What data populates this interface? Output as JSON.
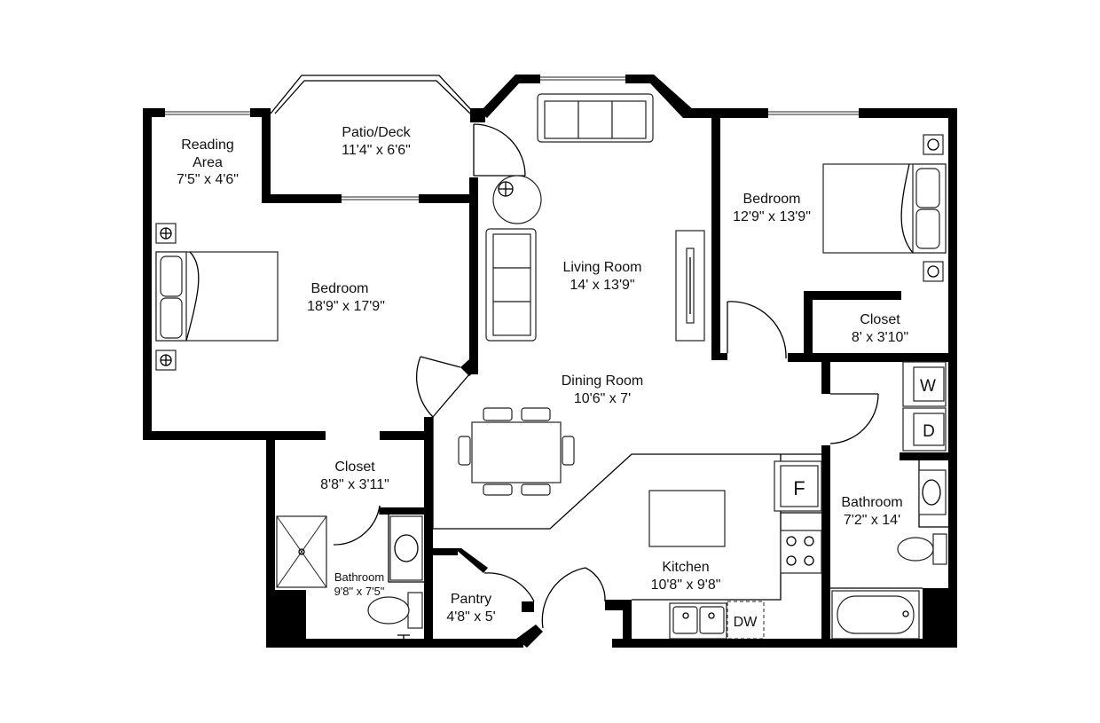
{
  "rooms": {
    "patio": {
      "name": "Patio/Deck",
      "size": "11'4\" x 6'6\""
    },
    "reading": {
      "name_line1": "Reading",
      "name_line2": "Area",
      "size": "7'5\" x 4'6\""
    },
    "bedroom_left": {
      "name": "Bedroom",
      "size": "18'9\" x 17'9\""
    },
    "living": {
      "name": "Living Room",
      "size": "14' x 13'9\""
    },
    "bedroom_right": {
      "name": "Bedroom",
      "size": "12'9\" x 13'9\""
    },
    "closet_right": {
      "name": "Closet",
      "size": "8' x 3'10\""
    },
    "dining": {
      "name": "Dining Room",
      "size": "10'6\" x 7'"
    },
    "closet_left": {
      "name": "Closet",
      "size": "8'8\" x 3'11\""
    },
    "bath_left": {
      "name": "Bathroom",
      "size": "9'8\" x 7'5\""
    },
    "pantry": {
      "name": "Pantry",
      "size": "4'8\" x 5'"
    },
    "kitchen": {
      "name": "Kitchen",
      "size": "10'8\" x 9'8\""
    },
    "bath_right": {
      "name": "Bathroom",
      "size": "7'2\" x 14'"
    }
  },
  "appliances": {
    "washer": "W",
    "dryer": "D",
    "fridge": "F",
    "dishwasher": "DW"
  },
  "icons": [
    "lamp-icon",
    "bed-icon",
    "sofa-icon",
    "table-icon",
    "toilet-icon",
    "sink-icon",
    "bathtub-icon",
    "shower-icon",
    "stove-icon",
    "door-swing-icon"
  ]
}
